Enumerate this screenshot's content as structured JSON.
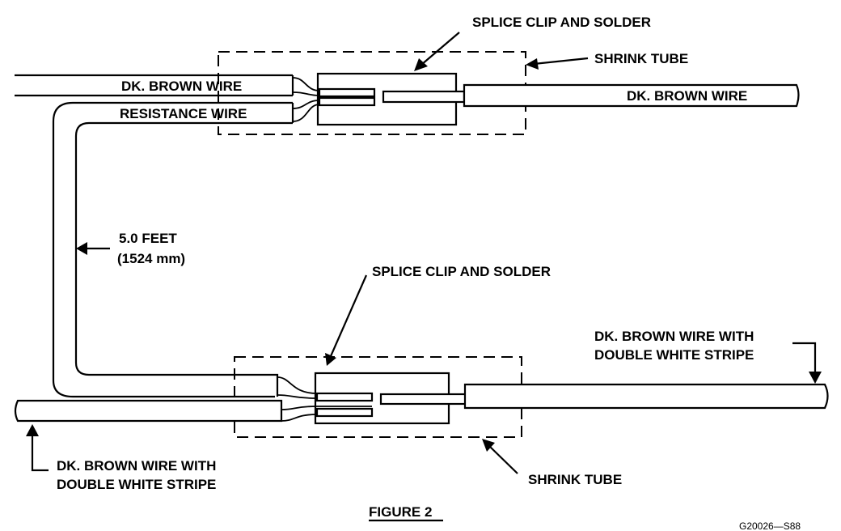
{
  "labels": {
    "splice_top": "SPLICE CLIP AND SOLDER",
    "shrink_top": "SHRINK TUBE",
    "dk_brown_left_top": "DK. BROWN WIRE",
    "resistance_wire": "RESISTANCE WIRE",
    "dk_brown_right_top": "DK. BROWN WIRE",
    "length_feet": "5.0 FEET",
    "length_mm": "(1524 mm)",
    "splice_bottom": "SPLICE CLIP AND SOLDER",
    "dk_brown_stripe_right_1": "DK. BROWN WIRE WITH",
    "dk_brown_stripe_right_2": "DOUBLE WHITE STRIPE",
    "dk_brown_stripe_left_1": "DK. BROWN WIRE WITH",
    "dk_brown_stripe_left_2": "DOUBLE WHITE STRIPE",
    "shrink_bottom": "SHRINK TUBE",
    "figure_title": "FIGURE 2",
    "figure_code": "G20026—S88"
  }
}
